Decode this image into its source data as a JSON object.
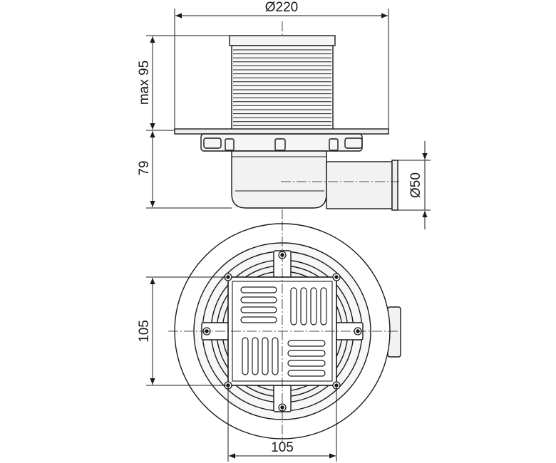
{
  "dimensions": {
    "diameter_top": "Ø220",
    "height_grate": "max 95",
    "height_body": "79",
    "diameter_outlet": "Ø50",
    "grate_height": "105",
    "grate_width": "105"
  },
  "colors": {
    "line": "#1a1a1a",
    "fill": "#f2f2f2"
  }
}
